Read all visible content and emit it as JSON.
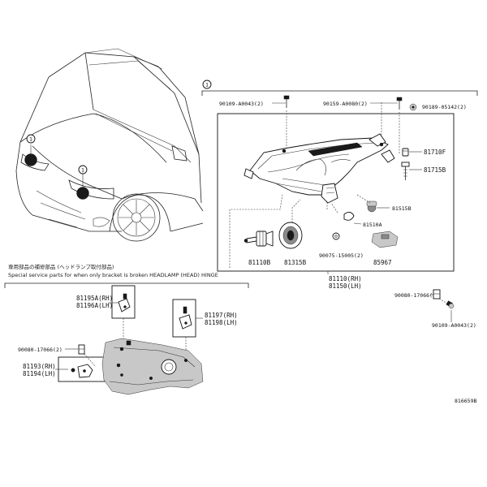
{
  "callout_number": "1",
  "section_title_jp": "専用部品の補修部品 (ヘッドランプ取付部品)",
  "section_title_en": "Special service parts for when only bracket is broken HEADLAMP (HEAD) HINGE",
  "part_labels": {
    "screw_top": "90109-A0043(2)",
    "screw_mid": "90159-A0080(2)",
    "screw_right": "90189-05142(2)",
    "bulb_socket_f": "81710F",
    "adjuster_b": "81715B",
    "socket_b": "81515B",
    "socket_a": "81510A",
    "bulb": "81110B",
    "cap": "81315B",
    "clip": "90075-15005(2)",
    "cover": "85967",
    "assy_rh": "81110(RH)",
    "assy_lh": "81150(LH)",
    "nut_right": "90080-17066(2)",
    "screw_bottom": "90109-A0043(2)",
    "bracket_rh": "81195A(RH)",
    "bracket_lh": "81196A(LH)",
    "hinge_rh": "81197(RH)",
    "hinge_lh": "81198(LH)",
    "nut_left": "90080-17066(2)",
    "stay_rh": "81193(RH)",
    "stay_lh": "81194(LH)"
  },
  "diagram_id": "816659B"
}
